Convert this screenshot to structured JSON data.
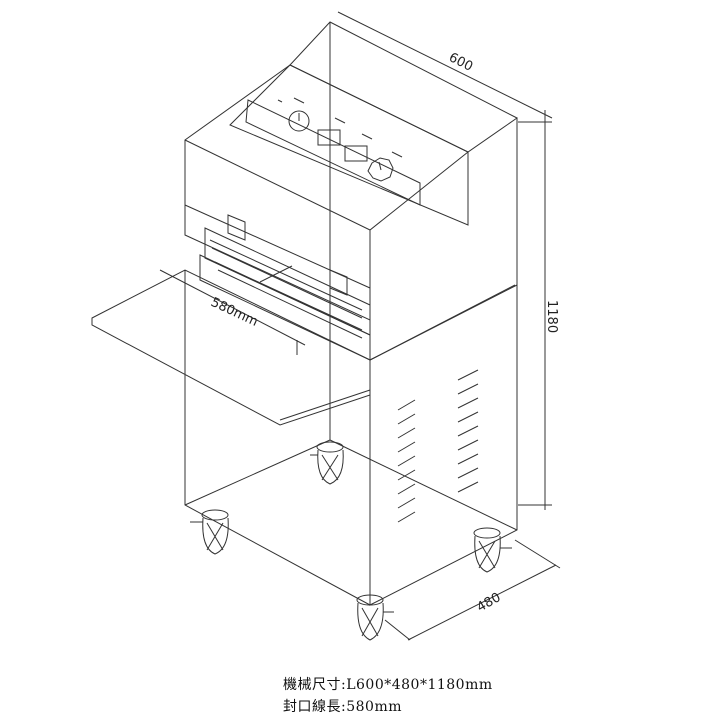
{
  "drawing": {
    "dimensions": {
      "width": "600",
      "height": "1180",
      "depth": "480",
      "seal_length": "580mm"
    }
  },
  "caption": {
    "size_line": "機械尺寸:L600*480*1180mm",
    "seal_line": "封口線長:580mm"
  }
}
